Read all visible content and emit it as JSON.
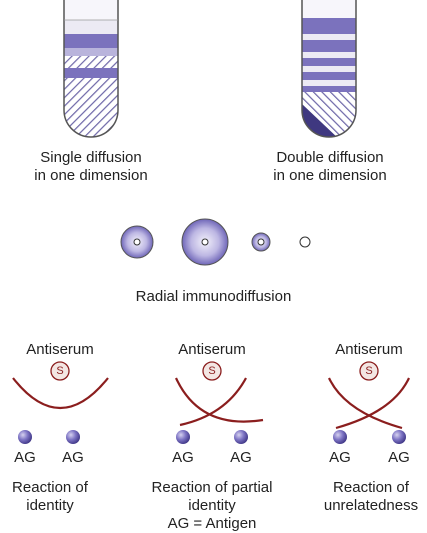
{
  "tubes": {
    "single": {
      "caption_line1": "Single diffusion",
      "caption_line2": "in one dimension"
    },
    "double": {
      "caption_line1": "Double diffusion",
      "caption_line2": "in one dimension"
    }
  },
  "radial": {
    "caption": "Radial immunodiffusion"
  },
  "ouchterlony": {
    "panels": [
      {
        "antiserum": "Antiserum",
        "well": "S",
        "ag_left": "AG",
        "ag_right": "AG",
        "caption_lines": [
          "Reaction of",
          "identity"
        ]
      },
      {
        "antiserum": "Antiserum",
        "well": "S",
        "ag_left": "AG",
        "ag_right": "AG",
        "caption_lines": [
          "Reaction of partial",
          "identity",
          "AG = Antigen"
        ]
      },
      {
        "antiserum": "Antiserum",
        "well": "S",
        "ag_left": "AG",
        "ag_right": "AG",
        "caption_lines": [
          "Reaction of",
          "unrelatedness"
        ]
      }
    ]
  },
  "colors": {
    "band": "#7b72bd",
    "band_light": "#b9b4dc",
    "tube_bg": "#eceaf4",
    "arc": "#8b1e1e",
    "outline": "#555555"
  }
}
